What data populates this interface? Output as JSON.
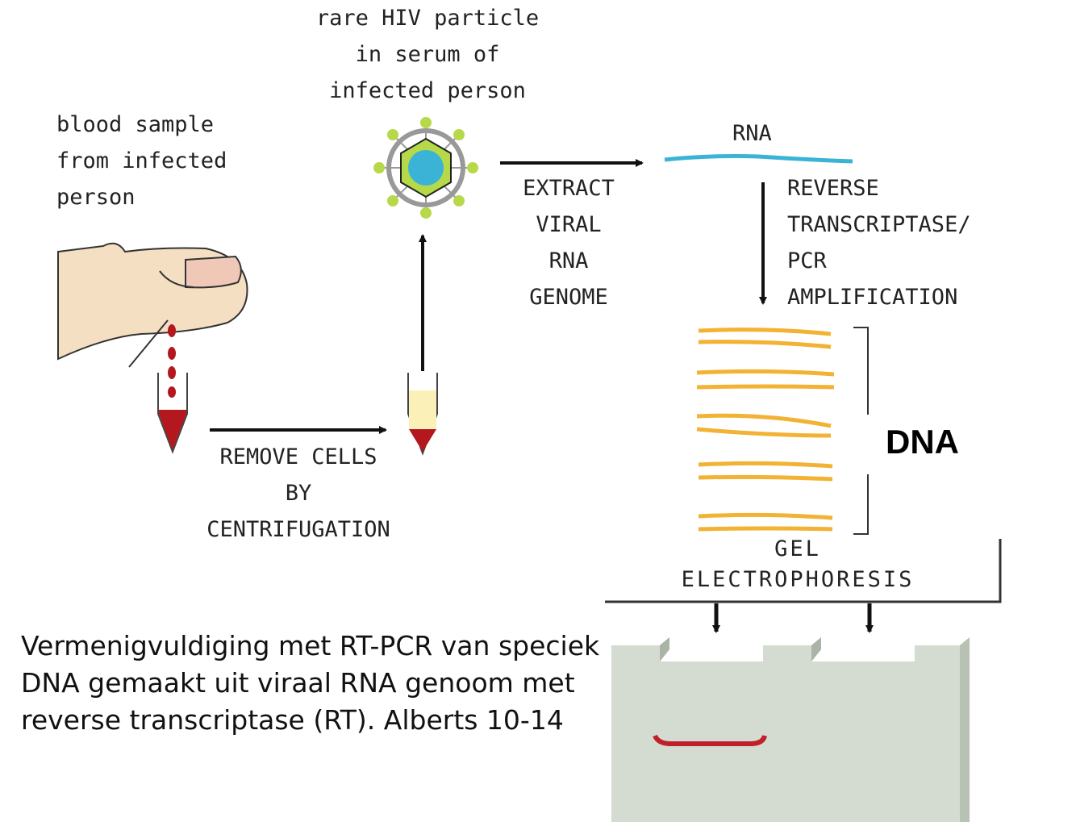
{
  "labels": {
    "blood_sample": "blood sample\nfrom infected\nperson",
    "hiv_particle": "rare HIV particle\nin serum of\ninfected person",
    "remove_cells": "REMOVE CELLS\nBY\nCENTRIFUGATION",
    "extract": "EXTRACT\nVIRAL\nRNA\nGENOME",
    "rna": "RNA",
    "reverse": "REVERSE\nTRANSCRIPTASE/\nPCR\nAMPLIFICATION",
    "dna": "DNA",
    "gel": "GEL\nELECTROPHORESIS"
  },
  "caption": "Vermenigvuldiging met RT-PCR van speciek DNA gemaakt uit viraal RNA genoom met reverse transcriptase (RT). Alberts 10-14",
  "colors": {
    "rna": "#3ab3d6",
    "dna": "#f2b233",
    "blood": "#b3181f",
    "serum": "#fbf1b8",
    "virus_capsid": "#b6d94a",
    "virus_core": "#3ab3d6",
    "skin": "#f5dfc3",
    "nail": "#f0c8b8",
    "gel": "#d4dcd1",
    "gel_band": "#c0202a"
  }
}
